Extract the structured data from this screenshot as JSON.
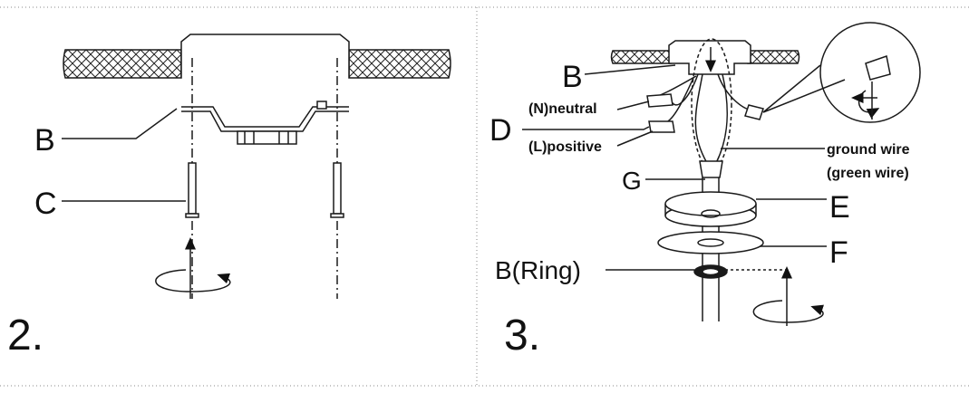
{
  "panel_left": {
    "step": "2.",
    "labels": {
      "b": "B",
      "c": "C"
    }
  },
  "panel_right": {
    "step": "3.",
    "labels": {
      "b": "B",
      "d": "D",
      "neutral": "(N)neutral",
      "positive": "(L)positive",
      "ground": "ground wire",
      "green": "(green wire)",
      "g": "G",
      "e": "E",
      "f": "F",
      "ring": "B(Ring)"
    }
  },
  "colors": {
    "line": "#1a1a1a",
    "border_dots": "#888888"
  }
}
